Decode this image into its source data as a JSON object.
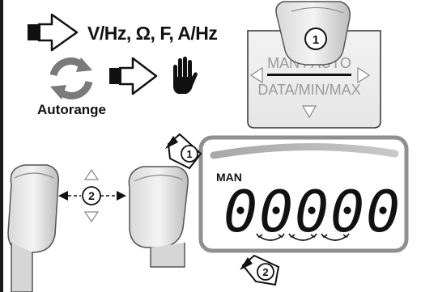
{
  "top_row": {
    "functions_label": "V/Hz, Ω, F, A/Hz",
    "autorange_label": "Autorange"
  },
  "button_panel": {
    "top_label": "MAN / AUTO",
    "bottom_label": "DATA/MIN/MAX",
    "press_marker": "1"
  },
  "step_markers": {
    "step1": "1",
    "step2_left": "2",
    "step2_bottom": "2"
  },
  "display": {
    "mode_label": "MAN",
    "digits": [
      "0",
      "0",
      "0",
      "0",
      "0"
    ]
  },
  "icons": [
    "arrow-right-icon",
    "refresh-cycle-icon",
    "hand-stop-icon",
    "finger-press-icon",
    "triangle-arrow-icon"
  ]
}
